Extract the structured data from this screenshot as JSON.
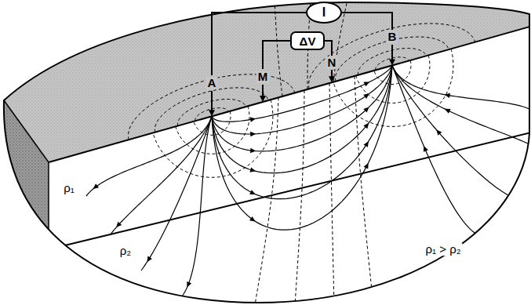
{
  "diagram": {
    "nodes": [
      {
        "text": [
          "I"
        ]
      },
      {
        "text": [
          "ΔV"
        ]
      }
    ],
    "labels": [
      "A",
      "M",
      "N",
      "B",
      "ρ₁",
      "ρ₂",
      "ρ₁ > ρ₂"
    ]
  }
}
